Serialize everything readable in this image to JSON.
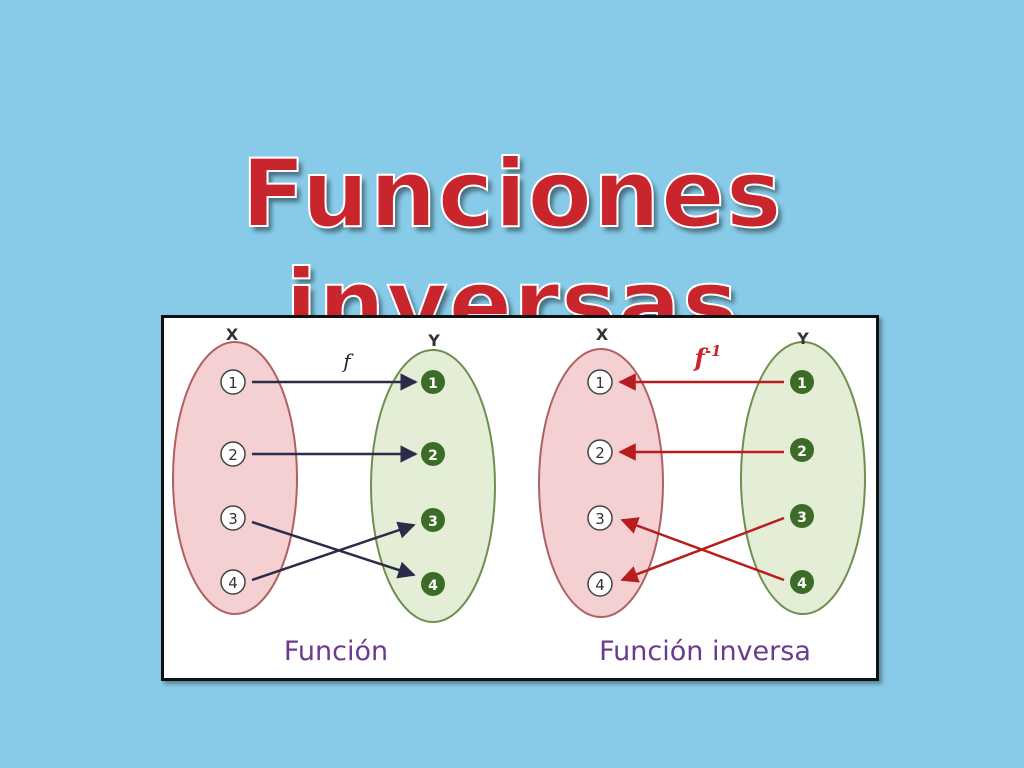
{
  "title": "Funciones inversas",
  "colors": {
    "background": "#87cbe8",
    "title": "#c8262c",
    "domain_fill": "#f4d0d2",
    "domain_stroke": "#b06060",
    "codomain_fill": "#e4eed6",
    "codomain_stroke": "#6f8f50",
    "dot_fill": "#3d6b28",
    "arrow_direct": "#2c2c4a",
    "arrow_inverse": "#b91c1c",
    "caption": "#6b3b8f"
  },
  "diagrams": [
    {
      "caption": "Función",
      "left_set_label": "X",
      "right_set_label": "Y",
      "function_label": "f",
      "left_elements": [
        "1",
        "2",
        "3",
        "4"
      ],
      "right_elements": [
        "1",
        "2",
        "3",
        "4"
      ],
      "direction": "left-to-right",
      "mapping": [
        [
          1,
          1
        ],
        [
          2,
          2
        ],
        [
          3,
          4
        ],
        [
          4,
          3
        ]
      ]
    },
    {
      "caption": "Función inversa",
      "left_set_label": "X",
      "right_set_label": "Y",
      "function_label": "f",
      "function_exponent": "-1",
      "left_elements": [
        "1",
        "2",
        "3",
        "4"
      ],
      "right_elements": [
        "1",
        "2",
        "3",
        "4"
      ],
      "direction": "right-to-left",
      "mapping": [
        [
          1,
          1
        ],
        [
          2,
          2
        ],
        [
          3,
          4
        ],
        [
          4,
          3
        ]
      ]
    }
  ]
}
